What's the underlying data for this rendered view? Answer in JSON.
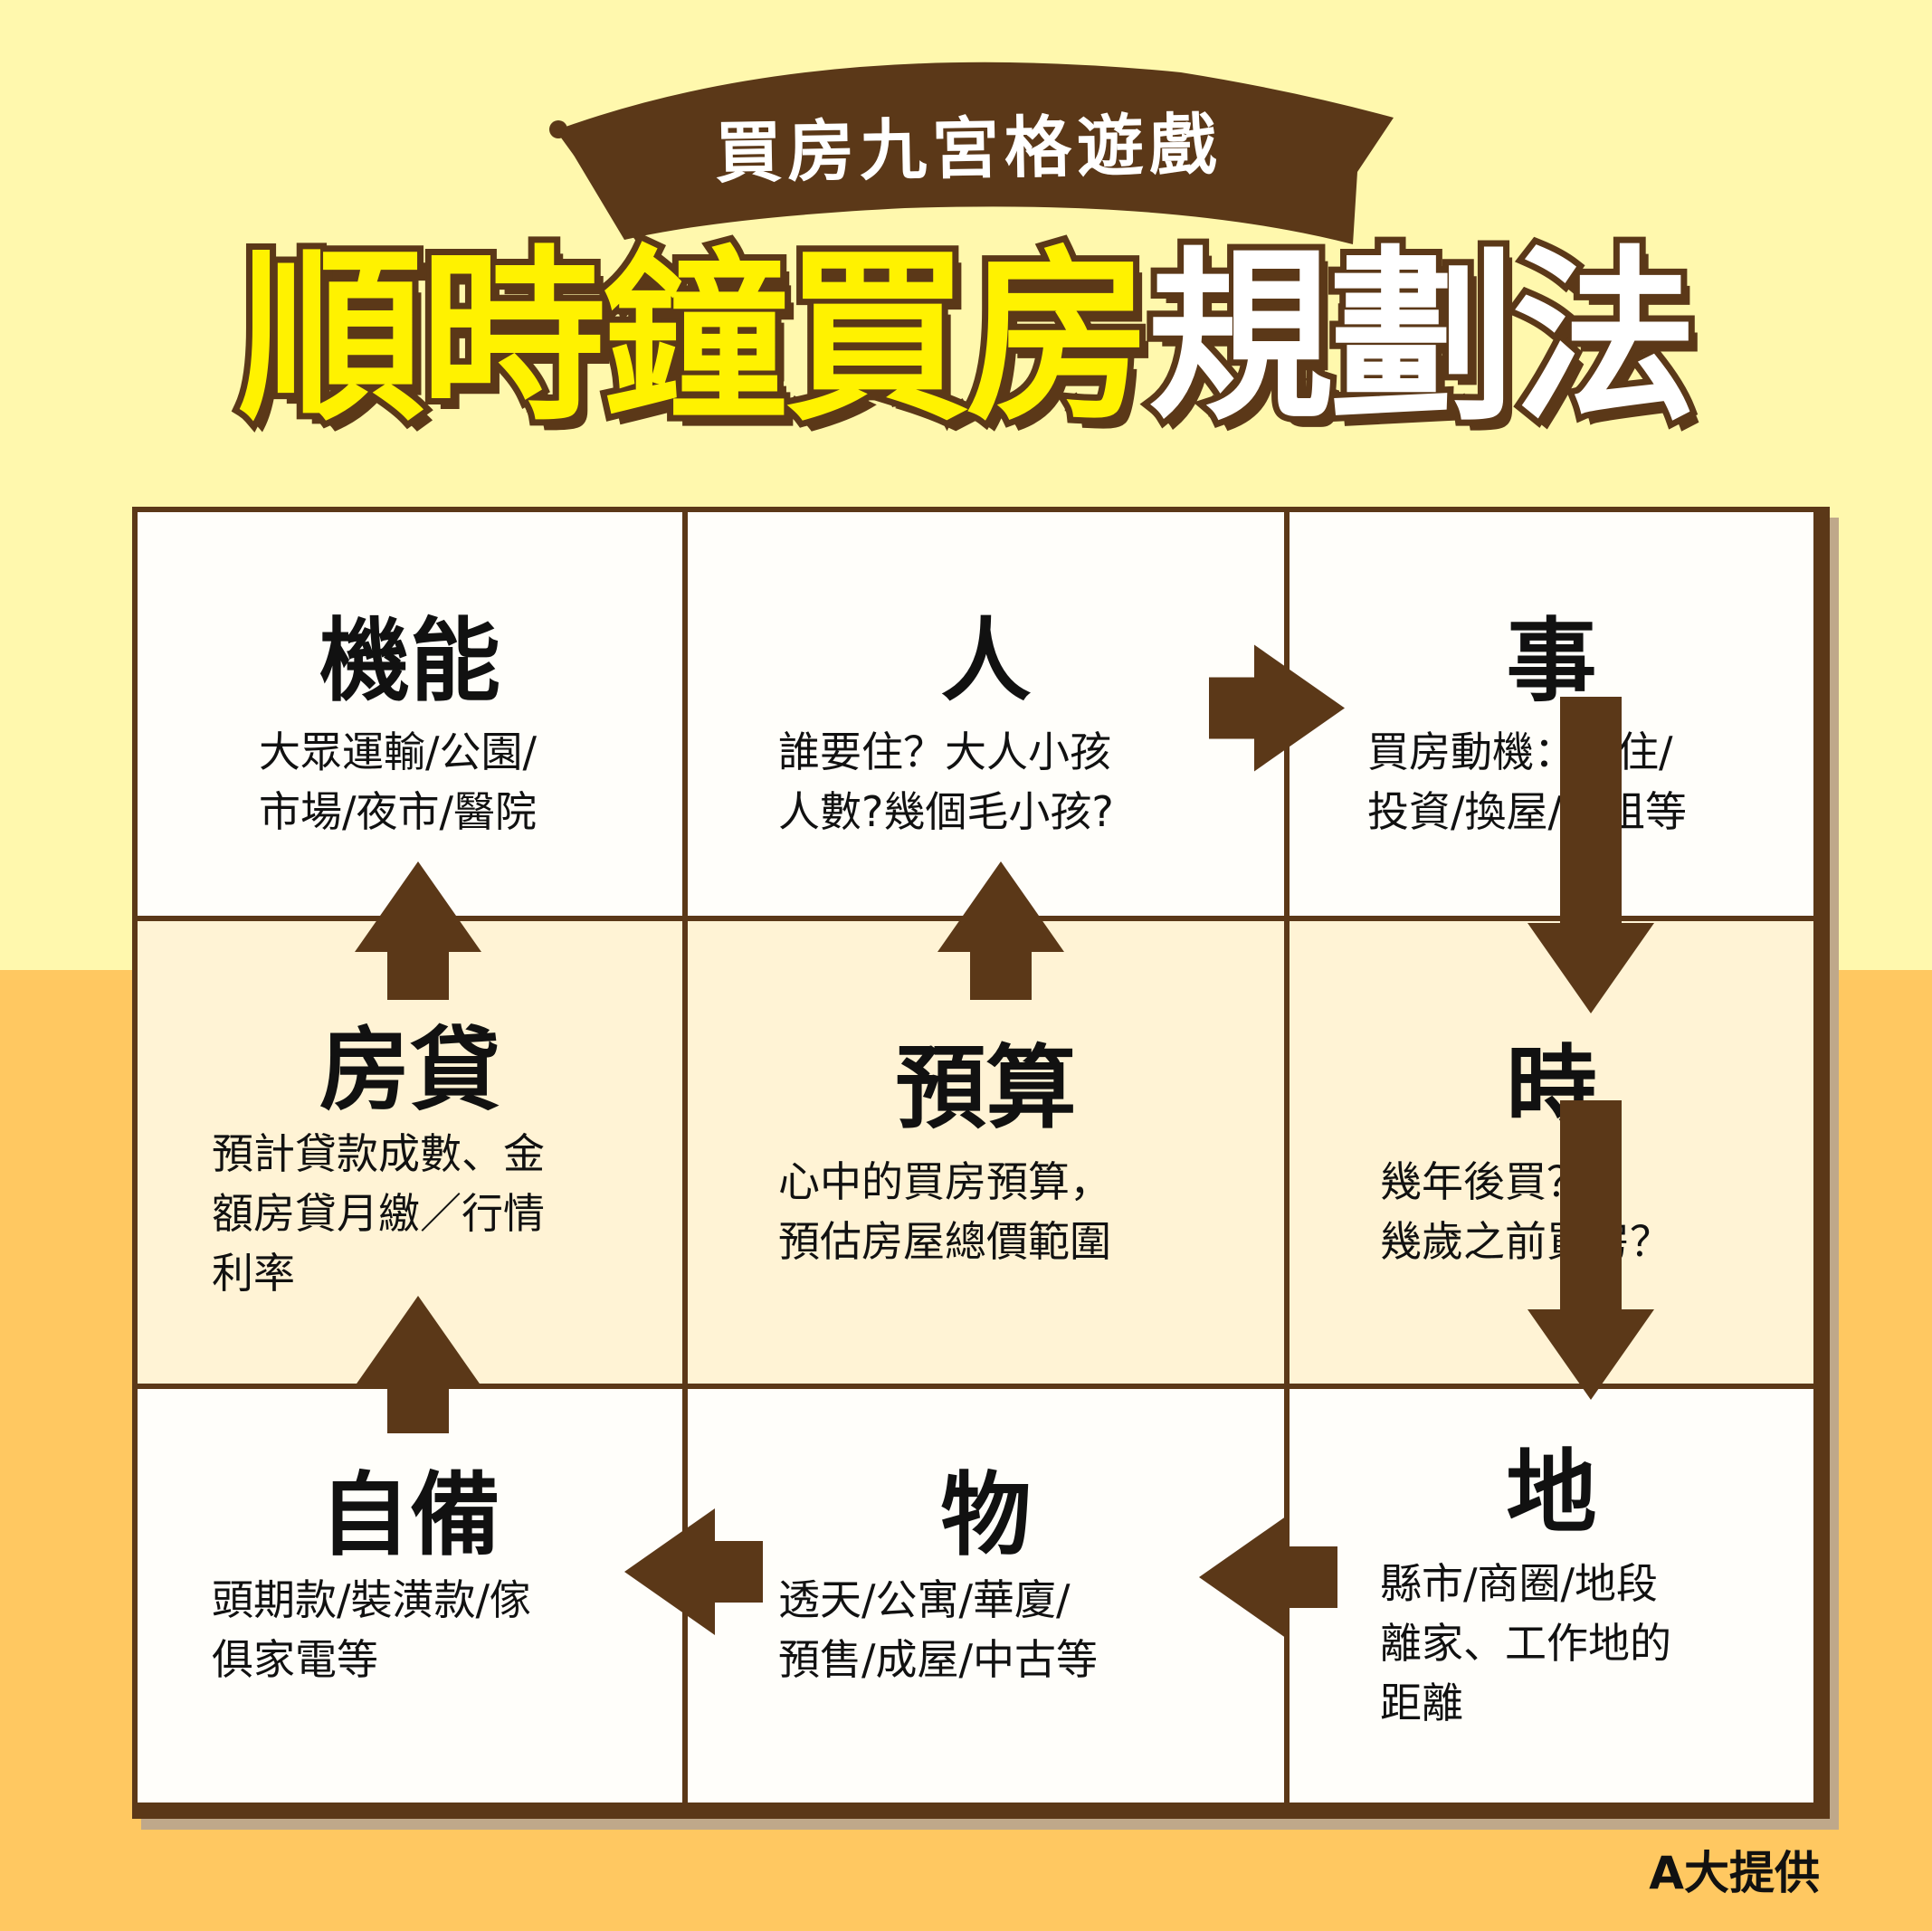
{
  "banner": {
    "text": "買房九宮格遊戲"
  },
  "title": {
    "yellow_part": "順時鐘買房",
    "white_part": "規劃法"
  },
  "colors": {
    "brown": "#5b3818",
    "title_yellow": "#fff200",
    "bg_top": "#fff8ad",
    "bg_bottom": "#ffc861",
    "cell_white": "#fffefa",
    "cell_cream": "#fff3d5"
  },
  "cells": {
    "top_left": {
      "heading": "機能",
      "text": "大眾運輸/公園/\n市場/夜市/醫院"
    },
    "top_center": {
      "heading": "人",
      "text": "誰要住？大人小孩\n人數?幾個毛小孩?"
    },
    "top_right": {
      "heading": "事",
      "text": "買房動機：自住/\n投資/換屋/出租等"
    },
    "mid_left": {
      "heading": "房貸",
      "text": "預計貸款成數、金\n額房貸月繳／行情\n利率"
    },
    "mid_center": {
      "heading": "預算",
      "text": "心中的買房預算，\n預估房屋總價範圍"
    },
    "mid_right": {
      "heading": "時",
      "text": "幾年後買？\n幾歲之前買房？"
    },
    "bottom_left": {
      "heading": "自備",
      "text": "頭期款/裝潢款/傢\n俱家電等"
    },
    "bottom_center": {
      "heading": "物",
      "text": "透天/公寓/華廈/\n預售/成屋/中古等"
    },
    "bottom_right": {
      "heading": "地",
      "text": "縣市/商圈/地段\n離家、工作地的\n距離"
    }
  },
  "arrows": [
    {
      "name": "arrow-right-people-to-event",
      "direction": "right"
    },
    {
      "name": "arrow-down-event-to-time",
      "direction": "down"
    },
    {
      "name": "arrow-down-time-to-place",
      "direction": "down"
    },
    {
      "name": "arrow-left-place-to-property",
      "direction": "left"
    },
    {
      "name": "arrow-left-property-to-downpayment",
      "direction": "left"
    },
    {
      "name": "arrow-up-downpayment-to-mortgage",
      "direction": "up"
    },
    {
      "name": "arrow-up-mortgage-to-function",
      "direction": "up"
    },
    {
      "name": "arrow-up-budget-to-people",
      "direction": "up"
    }
  ],
  "credit": "A大提供"
}
